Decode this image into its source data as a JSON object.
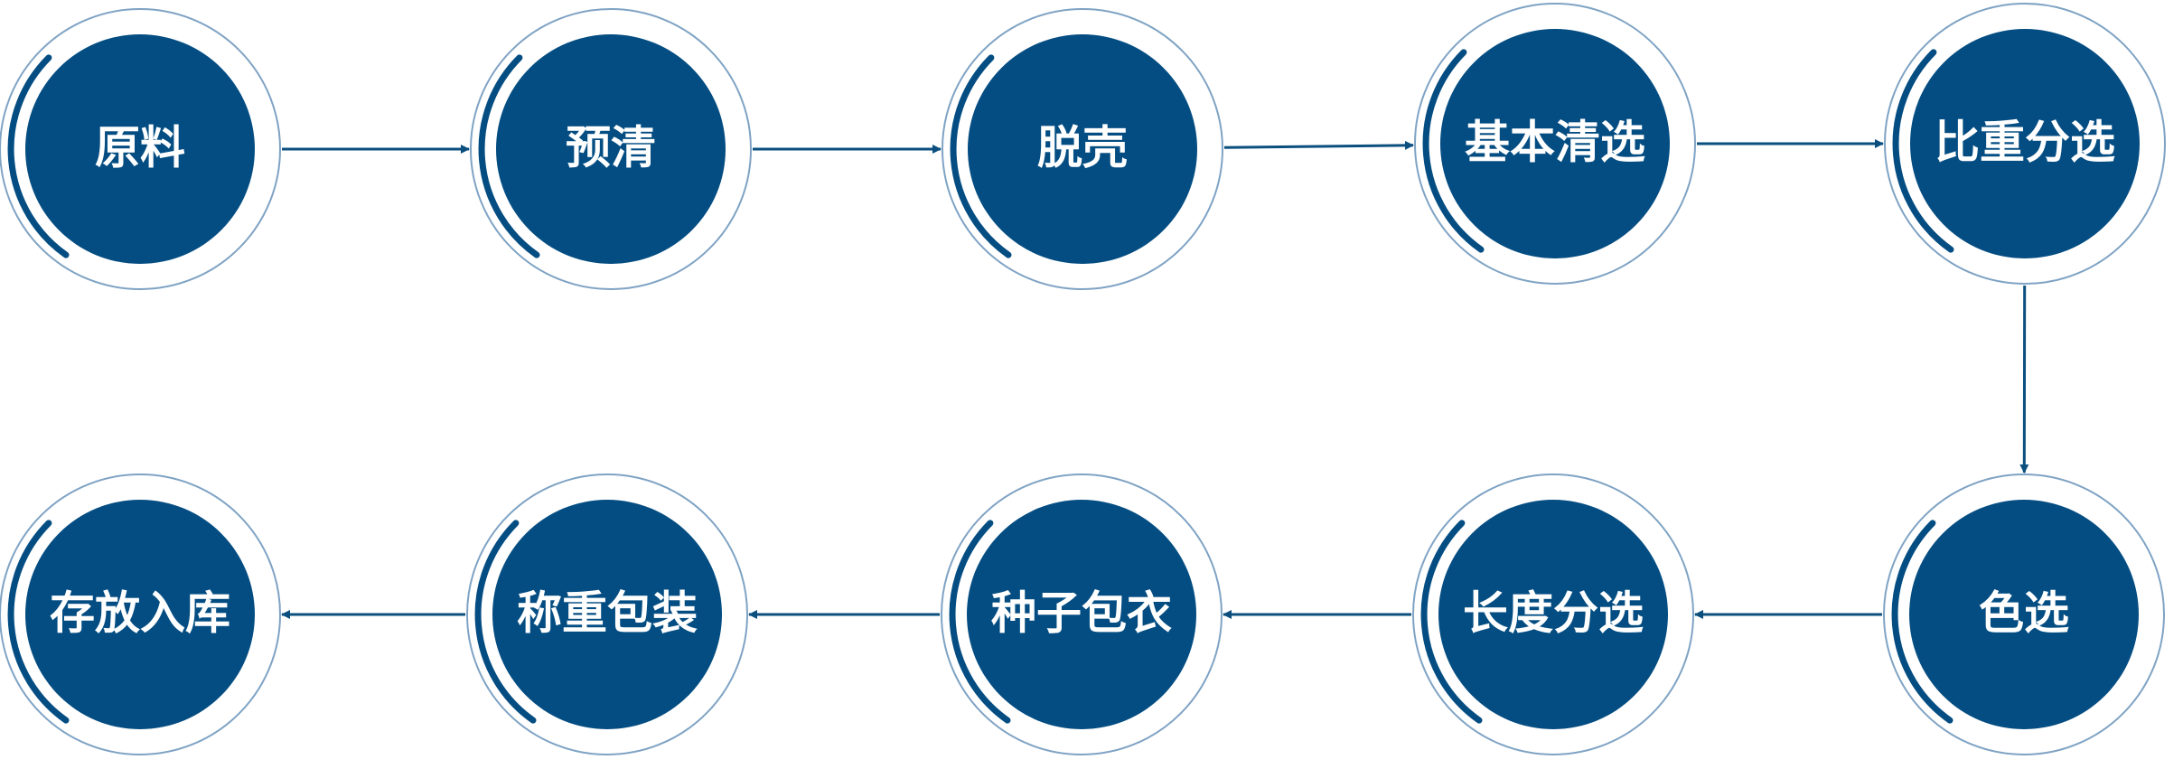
{
  "colors": {
    "node_fill": "#044d82",
    "outer_ring": "#7fa3c4",
    "accent_arc": "#044d82",
    "arrow": "#0b4f7f",
    "label": "#ffffff"
  },
  "steps": [
    {
      "label": "原料"
    },
    {
      "label": "预清"
    },
    {
      "label": "脱壳"
    },
    {
      "label": "基本清选"
    },
    {
      "label": "比重分选"
    },
    {
      "label": "色选"
    },
    {
      "label": "长度分选"
    },
    {
      "label": "种子包衣"
    },
    {
      "label": "称重包装"
    },
    {
      "label": "存放入库"
    }
  ],
  "edges": [
    {
      "from": 0,
      "to": 1
    },
    {
      "from": 1,
      "to": 2
    },
    {
      "from": 2,
      "to": 3
    },
    {
      "from": 3,
      "to": 4
    },
    {
      "from": 4,
      "to": 5
    },
    {
      "from": 5,
      "to": 6
    },
    {
      "from": 6,
      "to": 7
    },
    {
      "from": 7,
      "to": 8
    },
    {
      "from": 8,
      "to": 9
    }
  ]
}
